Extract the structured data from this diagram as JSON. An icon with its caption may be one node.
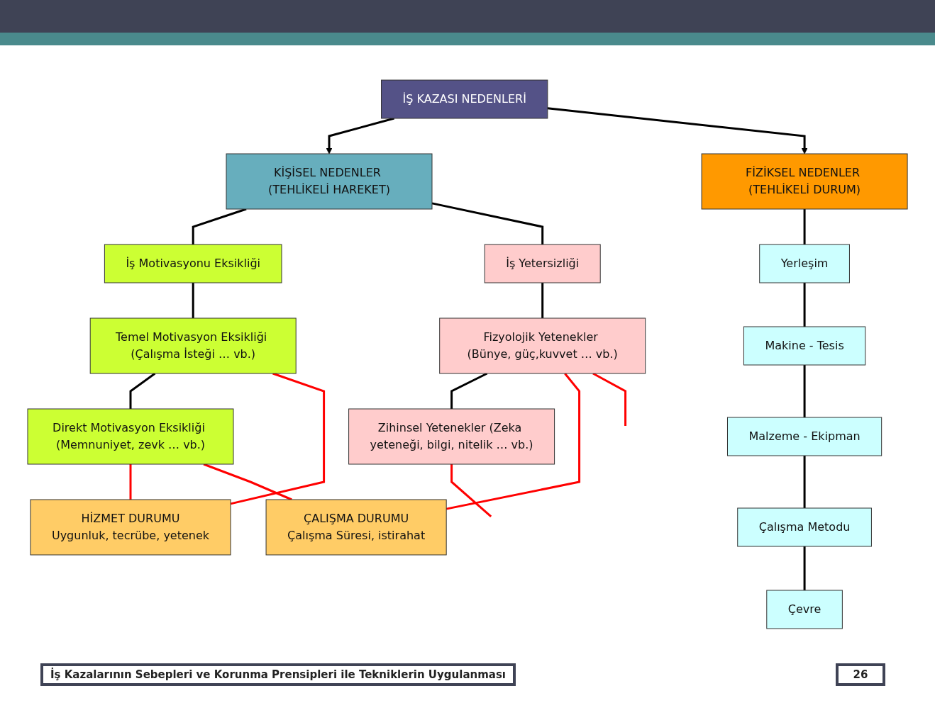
{
  "diagram": {
    "nodes": [
      {
        "text": [
          "İŞ KAZASI NEDENLERİ"
        ]
      },
      {
        "text": [
          "KİŞİSEL NEDENLER (TEHLİKELİ HAREKET)"
        ]
      },
      {
        "text": [
          "FİZİKSEL NEDENLER (TEHLİKELİ DURUM)"
        ]
      },
      {
        "text": [
          "İş Motivasyonu Eksikliği"
        ]
      },
      {
        "text": [
          "İş Yetersizliği"
        ]
      },
      {
        "text": [
          "Temel Motivasyon Eksikliği (Çalışma İsteği … vb.)"
        ]
      },
      {
        "text": [
          "Fizyolojik Yetenekler (Bünye, güç,kuvvet … vb.)"
        ]
      },
      {
        "text": [
          "Yerleşim"
        ]
      },
      {
        "text": [
          "Makine - Tesis"
        ]
      },
      {
        "text": [
          "Direkt Motivasyon Eksikliği (Memnuniyet, zevk … vb.)"
        ]
      },
      {
        "text": [
          "Zihinsel Yetenekler (Zeka yeteneği, bilgi, nitelik … vb.)"
        ]
      },
      {
        "text": [
          "Malzeme - Ekipman"
        ]
      },
      {
        "text": [
          "Çalışma Metodu"
        ]
      },
      {
        "text": [
          "ÇALIŞMA DURUMU",
          "Çalışma Süresi, istirahat"
        ]
      },
      {
        "text": [
          "HİZMET DURUMU",
          "Uygunluk, tecrübe, yetenek"
        ]
      },
      {
        "text": [
          "Çevre"
        ]
      }
    ],
    "edges": [
      {
        "from": 0,
        "to": 1,
        "arrow": "to"
      },
      {
        "from": 0,
        "to": 2,
        "arrow": "to"
      },
      {
        "from": 1,
        "to": 3,
        "arrow": "none"
      },
      {
        "from": 1,
        "to": 4,
        "arrow": "none"
      },
      {
        "from": 3,
        "to": 5,
        "arrow": "none"
      },
      {
        "from": 5,
        "to": 9,
        "arrow": "none"
      },
      {
        "from": 4,
        "to": 6,
        "arrow": "none"
      },
      {
        "from": 6,
        "to": 10,
        "arrow": "none"
      },
      {
        "from": 2,
        "to": 7,
        "arrow": "none"
      },
      {
        "from": 7,
        "to": 8,
        "arrow": "none"
      },
      {
        "from": 8,
        "to": 11,
        "arrow": "none"
      },
      {
        "from": 11,
        "to": 12,
        "arrow": "none"
      },
      {
        "from": 12,
        "to": 15,
        "arrow": "none"
      },
      {
        "from": 5,
        "to": 14,
        "arrow": "none",
        "color": "#ff0000"
      },
      {
        "from": 9,
        "to": 14,
        "arrow": "none",
        "color": "#ff0000"
      },
      {
        "from": 6,
        "to": 13,
        "arrow": "none",
        "color": "#ff0000"
      },
      {
        "from": 9,
        "to": 13,
        "arrow": "none",
        "color": "#ff0000"
      },
      {
        "from": 6,
        "to": null,
        "arrow": "none",
        "color": "#ff0000"
      },
      {
        "from": 10,
        "to": null,
        "arrow": "none",
        "color": "#ff0000"
      }
    ],
    "labels": [
      "İş Kazalarının Sebepleri ve Korunma Prensipleri ile Tekniklerin Uygulanması",
      "26"
    ]
  }
}
